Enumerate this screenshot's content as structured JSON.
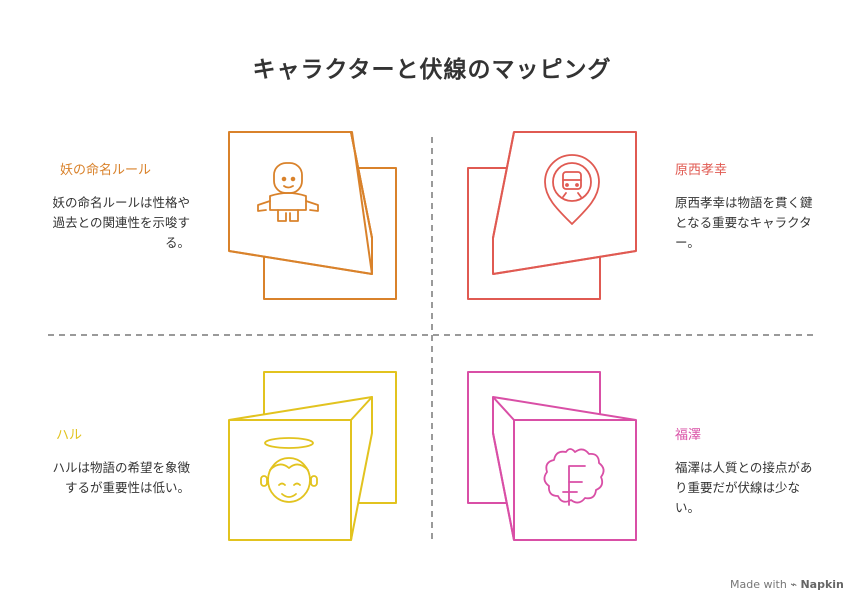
{
  "title": "キャラクターと伏線のマッピング",
  "quadrants": [
    {
      "label": "妖の命名ルール",
      "desc": "妖の命名ルールは性格や過去との関連性を示唆する。",
      "color": "#D9822B",
      "icon": "robot-icon"
    },
    {
      "label": "原西孝幸",
      "desc": "原西孝幸は物語を貫く鍵となる重要なキャラクター。",
      "color": "#E05A52",
      "icon": "train-pin-icon"
    },
    {
      "label": "ハル",
      "desc": "ハルは物語の希望を象徴するが重要性は低い。",
      "color": "#E2C31F",
      "icon": "angel-face-icon"
    },
    {
      "label": "福澤",
      "desc": "福澤は人質との接点があり重要だが伏線は少ない。",
      "color": "#D94FA6",
      "icon": "franc-flower-icon"
    }
  ],
  "credit": {
    "prefix": "Made with",
    "brand": "Napkin"
  }
}
